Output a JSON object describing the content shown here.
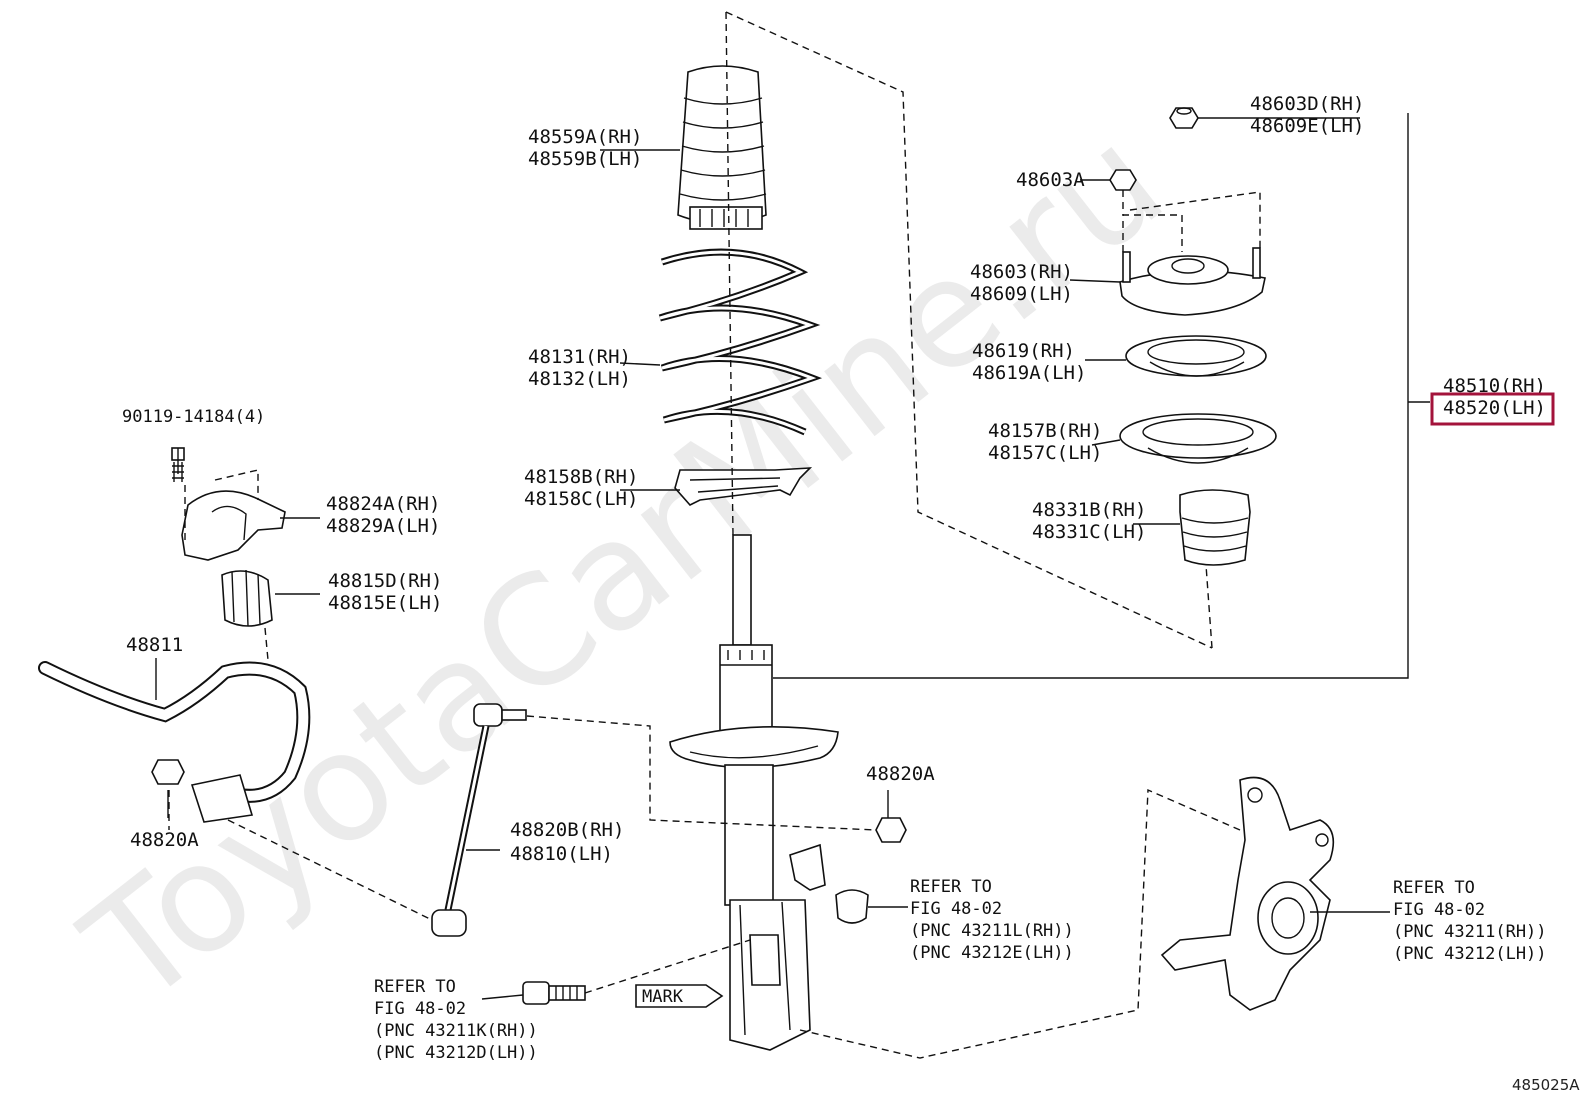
{
  "watermark": "ToyotaCarMine.ru",
  "figure_number": "485025A",
  "highlight_color": "#a3133b",
  "callouts": {
    "boot_rh": "48559A(RH)",
    "boot_lh": "48559B(LH)",
    "spring_rh": "48131(RH)",
    "spring_lh": "48132(LH)",
    "insulator_rh": "48158B(RH)",
    "insulator_lh": "48158C(LH)",
    "nut_top_rh": "48603D(RH)",
    "nut_top_lh": "48609E(LH)",
    "nut_small": "48603A",
    "support_rh": "48603(RH)",
    "support_lh": "48609(LH)",
    "bearing_rh": "48619(RH)",
    "bearing_lh": "48619A(LH)",
    "seat_rh": "48157B(RH)",
    "seat_lh": "48157C(LH)",
    "bumper_rh": "48331B(RH)",
    "bumper_lh": "48331C(LH)",
    "strut_rh": "48510(RH)",
    "strut_lh": "48520(LH)",
    "bolt": "90119-14184(4)",
    "bracket_rh": "48824A(RH)",
    "bracket_lh": "48829A(LH)",
    "bushing_rh": "48815D(RH)",
    "bushing_lh": "48815E(LH)",
    "stabilizer_bar": "48811",
    "link_nut_left": "48820A",
    "link_nut_right": "48820A",
    "link_rh": "48820B(RH)",
    "link_lh": "48810(LH)",
    "mark": "MARK"
  },
  "references": {
    "center": [
      "REFER TO",
      "FIG 48-02",
      "(PNC 43211L(RH))",
      "(PNC 43212E(LH))"
    ],
    "right": [
      "REFER TO",
      "FIG 48-02",
      "(PNC 43211(RH))",
      "(PNC 43212(LH))"
    ],
    "bottom": [
      "REFER TO",
      "FIG 48-02",
      "(PNC 43211K(RH))",
      "(PNC 43212D(LH))"
    ]
  }
}
